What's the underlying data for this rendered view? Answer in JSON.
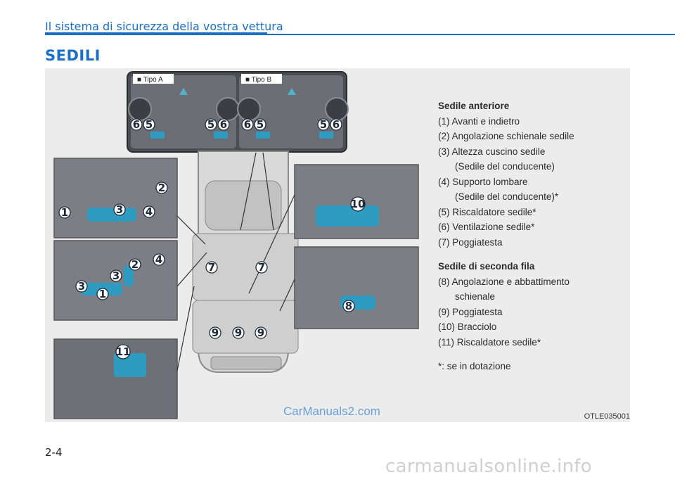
{
  "header": {
    "section_title": "Il sistema di sicurezza della vostra vettura"
  },
  "page": {
    "title": "SEDILI",
    "number": "2-4"
  },
  "figure": {
    "code": "OTLE035001",
    "watermark": "CarManuals2.com",
    "tipo_a": "■ Tipo A",
    "tipo_b": "■ Tipo B",
    "callouts": {
      "n1": "1",
      "n2": "2",
      "n3": "3",
      "n4": "4",
      "n5": "5",
      "n6": "6",
      "n7": "7",
      "n8": "8",
      "n9": "9",
      "n10": "10",
      "n11": "11"
    }
  },
  "legend": {
    "front": {
      "heading": "Sedile anteriore",
      "i1": "(1) Avanti e indietro",
      "i2": "(2) Angolazione schienale sedile",
      "i3a": "(3) Altezza cuscino sedile",
      "i3b": "(Sedile del conducente)",
      "i4a": "(4) Supporto lombare",
      "i4b": "(Sedile del conducente)*",
      "i5": "(5) Riscaldatore sedile*",
      "i6": "(6) Ventilazione sedile*",
      "i7": "(7) Poggiatesta"
    },
    "rear": {
      "heading": "Sedile di seconda fila",
      "i8a": "(8) Angolazione e abbattimento",
      "i8b": "schienale",
      "i9": "(9) Poggiatesta",
      "i10": "(10) Bracciolo",
      "i11": "(11) Riscaldatore sedile*"
    },
    "note": "*: se in dotazione"
  },
  "footer": {
    "site": "carmanualsonline.info"
  }
}
